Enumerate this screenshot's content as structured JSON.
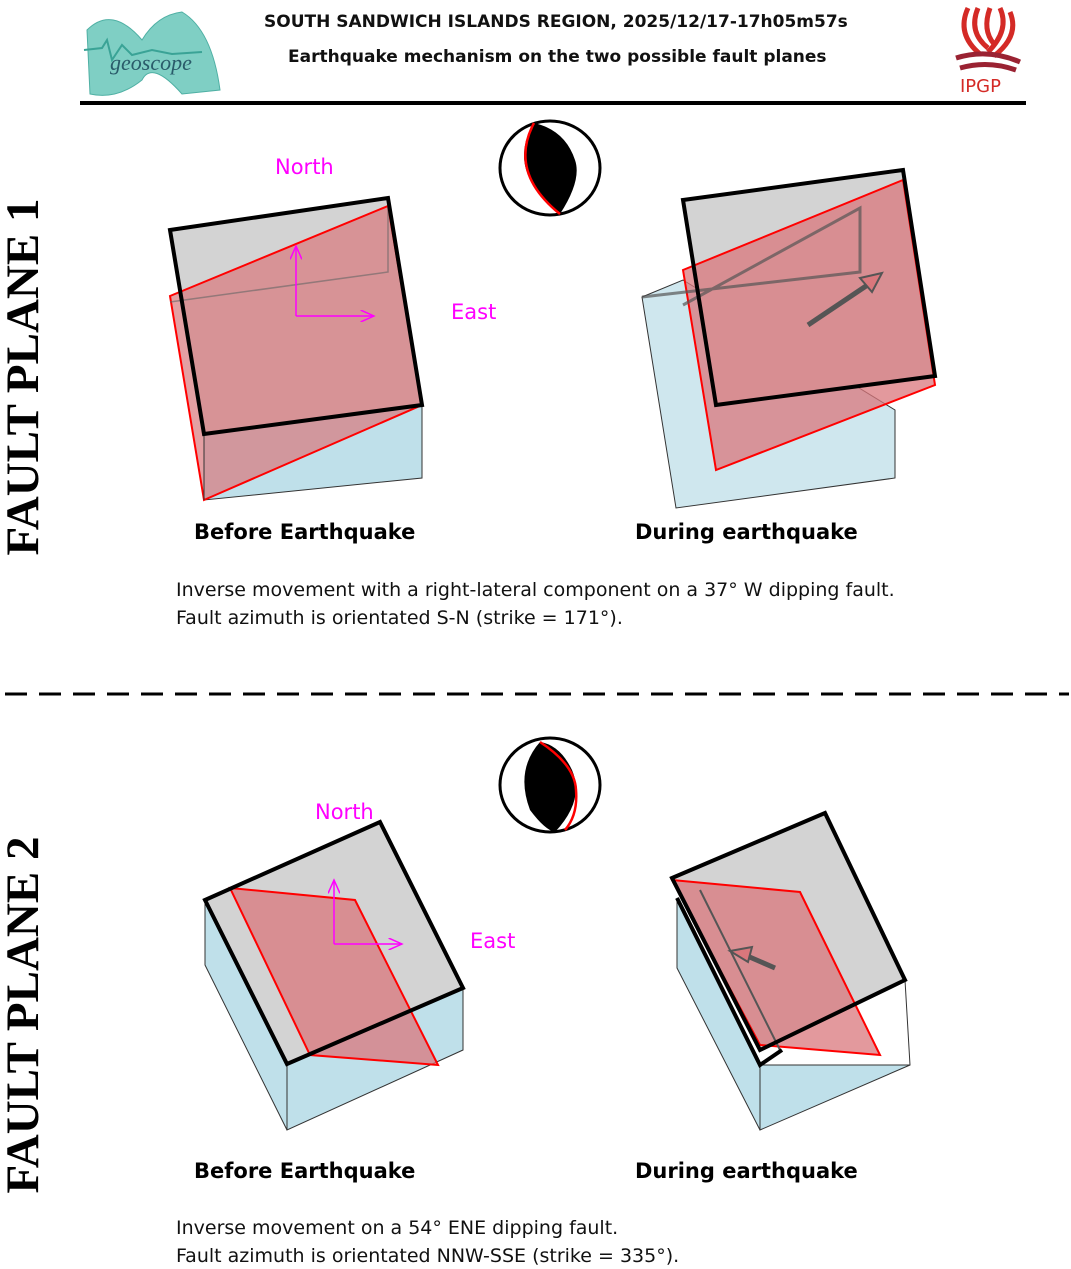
{
  "header": {
    "title": "SOUTH SANDWICH ISLANDS REGION, 2025/12/17-17h05m57s",
    "subtitle": "Earthquake mechanism on the two possible fault planes",
    "left_logo": "geoscope",
    "right_logo": "IPGP"
  },
  "colors": {
    "fault_plane": "#d9777c",
    "block_top": "#d3d3d3",
    "block_side": "#bfe0ea",
    "axis": "#ff00ff"
  },
  "fault_planes": [
    {
      "label": "FAULT PLANE 1",
      "north": "North",
      "east": "East",
      "before": "Before Earthquake",
      "during": "During earthquake",
      "description": [
        "Inverse movement with a right-lateral component on a 37° W dipping fault.",
        "Fault azimuth is orientated S-N (strike = 171°)."
      ]
    },
    {
      "label": "FAULT PLANE 2",
      "north": "North",
      "east": "East",
      "before": "Before Earthquake",
      "during": "During earthquake",
      "description": [
        "Inverse movement on a 54° ENE dipping fault.",
        "Fault azimuth is orientated NNW-SSE (strike = 335°)."
      ]
    }
  ]
}
